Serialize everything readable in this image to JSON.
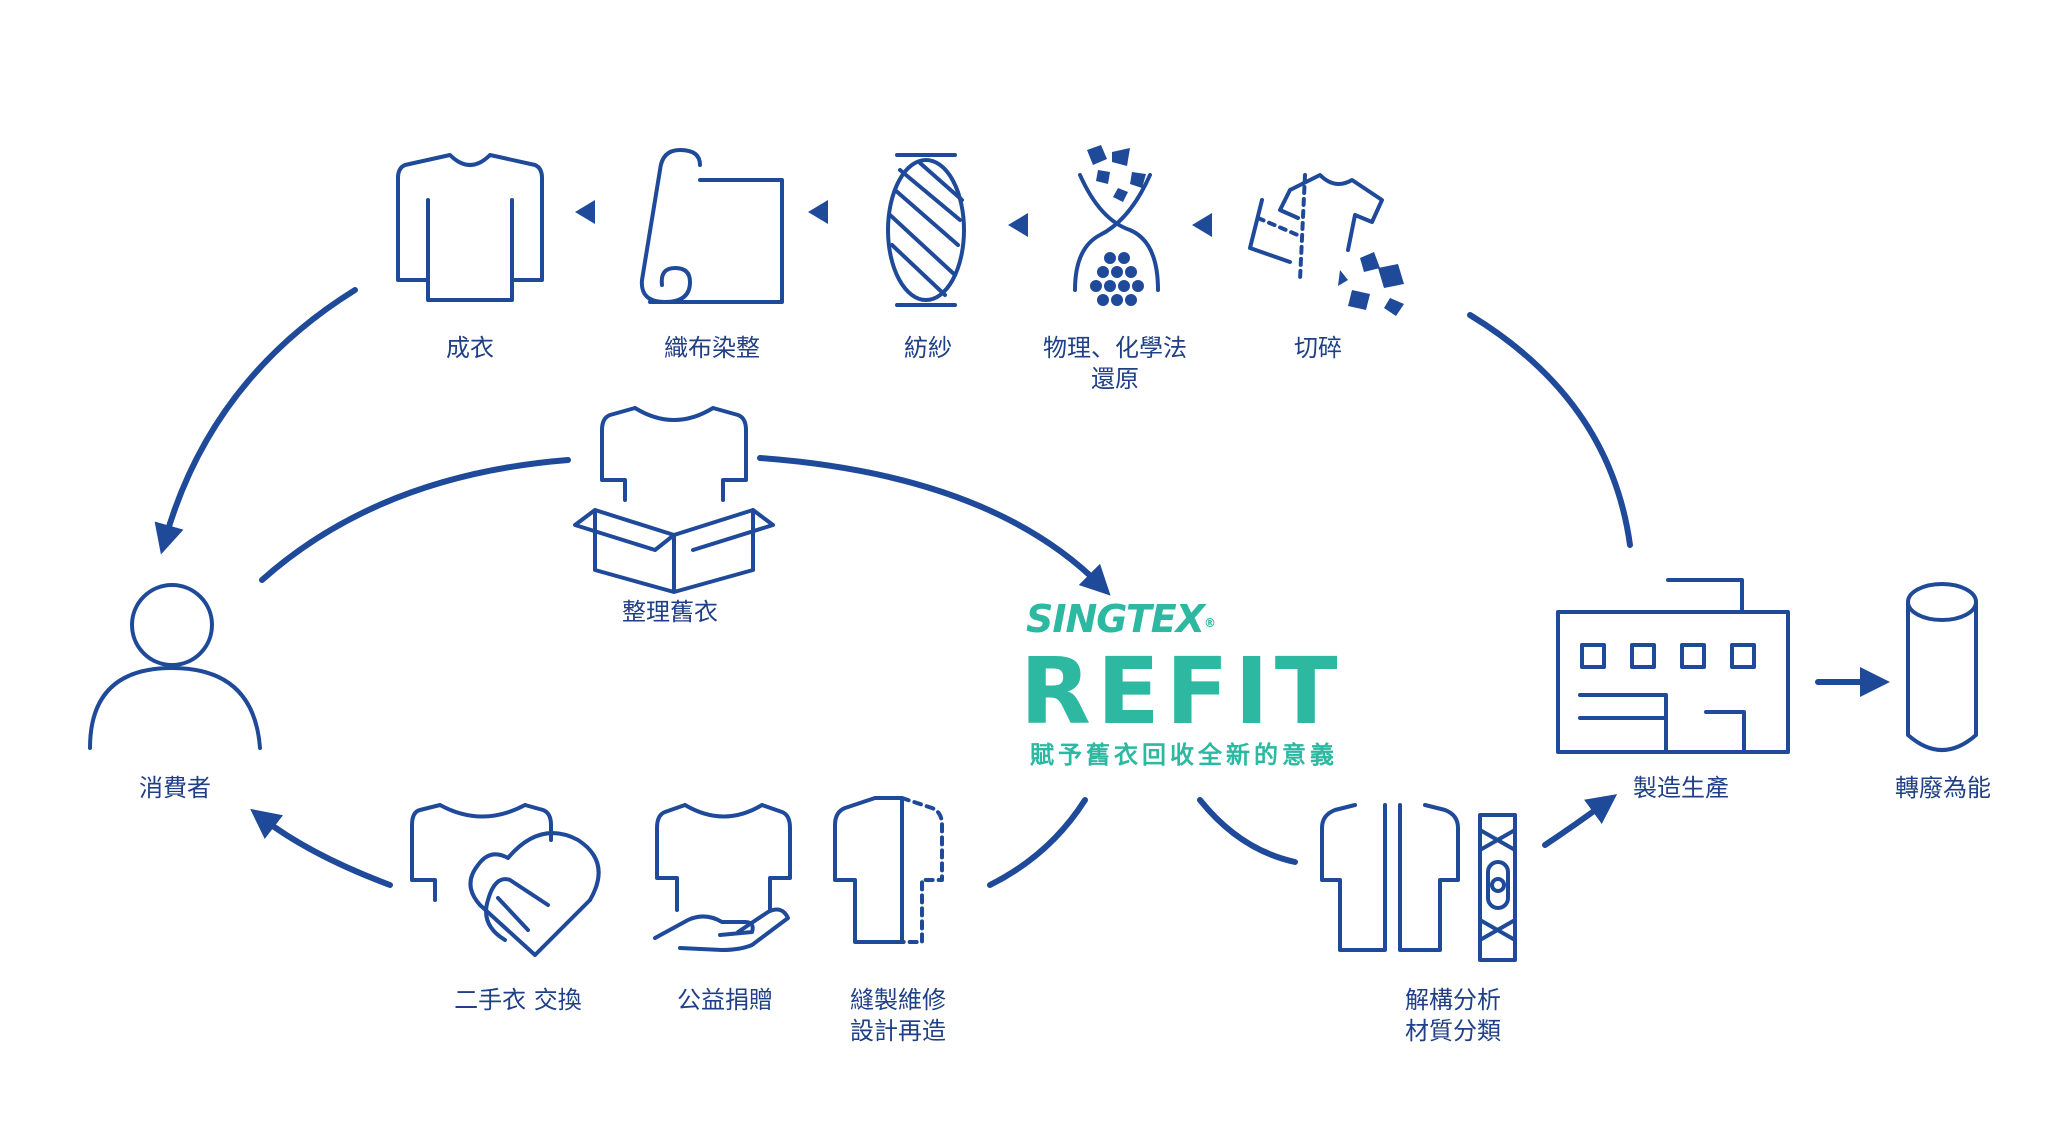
{
  "nodes": {
    "garment": "成衣",
    "weaving": "織布染整",
    "spinning": "紡紗",
    "reduction": [
      "物理、化學法",
      "還原"
    ],
    "shredding": "切碎",
    "sort_clothes": "整理舊衣",
    "consumer": "消費者",
    "manufacturing": "製造生產",
    "energy": "轉廢為能",
    "swap": "二手衣 交換",
    "donation": "公益捐贈",
    "repair": [
      "縫製維修",
      "設計再造"
    ],
    "deconstruct": [
      "解構分析",
      "材質分類"
    ]
  },
  "brand": {
    "company": "SINGTEX",
    "registered": "®",
    "product": "REFIT",
    "tagline": "賦予舊衣回收全新的意義"
  },
  "colors": {
    "icon_blue": "#1f4a9a",
    "label_blue": "#1f3f86",
    "brand_teal": "#2db8a1"
  }
}
